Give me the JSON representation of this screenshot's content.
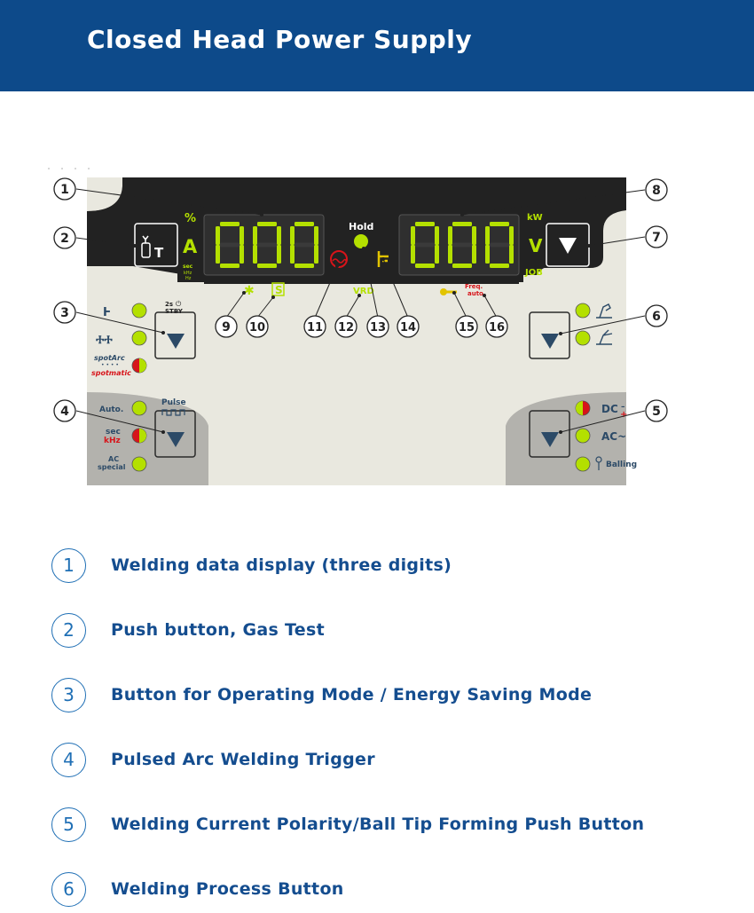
{
  "header": {
    "title": "Closed Head Power Supply"
  },
  "panel": {
    "left_display": {
      "value": "000",
      "units": [
        "%",
        "A",
        "sec",
        "kHz",
        "Hz"
      ]
    },
    "right_display": {
      "value": "000",
      "units": [
        "kW",
        "V",
        "JOB"
      ]
    },
    "hold_label": "Hold",
    "vrd_label": "VRD",
    "freq_label": [
      "Freq.",
      "auto"
    ],
    "mode_labels": {
      "twos": "2s",
      "stby": "STBY",
      "spotarc": "spotArc",
      "spotmatic": "spotmatic"
    },
    "pulse_labels": {
      "auto": "Auto.",
      "pulse": "Pulse",
      "sec": "sec",
      "khz": "kHz",
      "ac": "AC",
      "special": "special"
    },
    "polarity_labels": {
      "dc": "DC",
      "ac": "AC~",
      "balling": "Balling"
    },
    "callouts": [
      "1",
      "2",
      "3",
      "4",
      "5",
      "6",
      "7",
      "8",
      "9",
      "10",
      "11",
      "12",
      "13",
      "14",
      "15",
      "16"
    ]
  },
  "legend": [
    {
      "num": "1",
      "text": "Welding data display (three digits)"
    },
    {
      "num": "2",
      "text": "Push button, Gas Test"
    },
    {
      "num": "3",
      "text": "Button for Operating Mode / Energy Saving Mode"
    },
    {
      "num": "4",
      "text": "Pulsed Arc Welding Trigger"
    },
    {
      "num": "5",
      "text": "Welding Current Polarity/Ball Tip Forming Push Button"
    },
    {
      "num": "6",
      "text": "Welding Process Button"
    }
  ],
  "colors": {
    "header_bg": "#0d4a8a",
    "panel_bg": "#e9e8df",
    "panel_dark": "#222222",
    "panel_gray": "#b3b2ad",
    "led_green": "#b4e000",
    "led_red": "#d7141a",
    "legend_blue": "#1f6fb5"
  }
}
